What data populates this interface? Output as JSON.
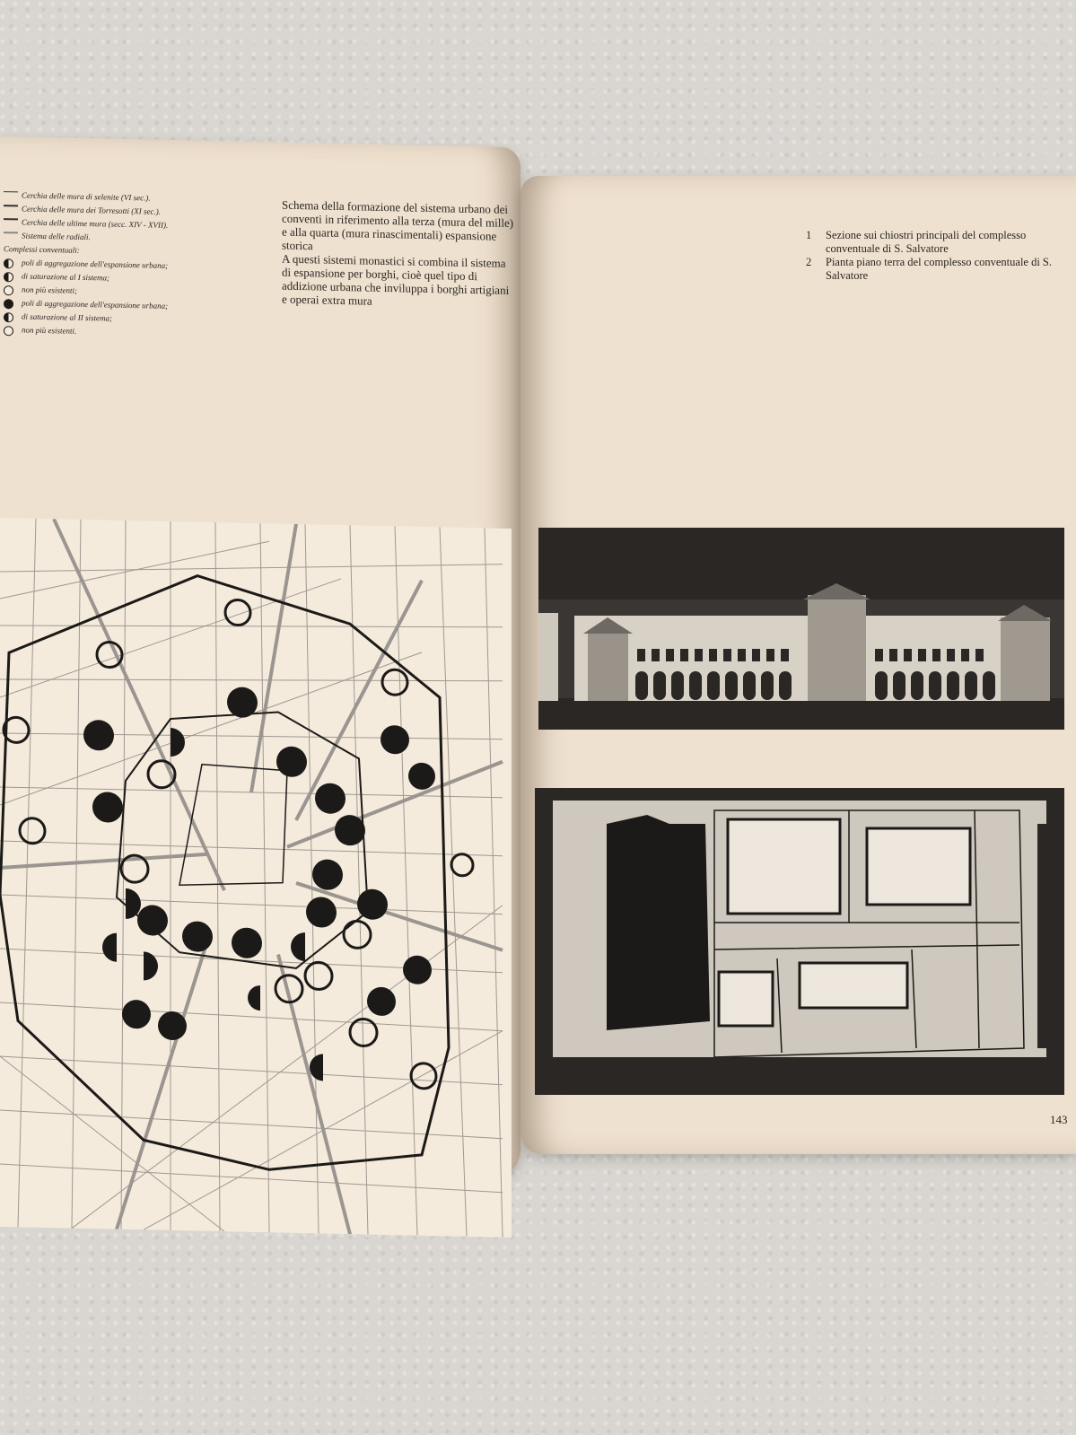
{
  "left_page": {
    "legend": {
      "walls": [
        {
          "label": "Cerchia delle mura di selenite (VI sec.)."
        },
        {
          "label": "Cerchia delle mura dei Torresotti (XI sec.)."
        },
        {
          "label": "Cerchia delle ultime mura (secc. XIV - XVII)."
        },
        {
          "label": "Sistema delle radiali."
        }
      ],
      "complexes_heading": "Complessi conventuali:",
      "system_1": [
        {
          "label": "poli di aggregazione dell'espansione urbana;"
        },
        {
          "label": "di saturazione al I sistema;"
        },
        {
          "label": "non più esistenti;"
        }
      ],
      "system_2": [
        {
          "label": "poli di aggregazione dell'espansione urbana;"
        },
        {
          "label": "di saturazione al II sistema;"
        },
        {
          "label": "non più esistenti."
        }
      ]
    },
    "caption": [
      "Schema della formazione del sistema urbano dei conventi in riferimento alla terza (mura del mille) e alla quarta (mura rinascimentali) espansione storica",
      "A questi sistemi monastici si combina il sistema di espansione per borghi, cioè quel tipo di addizione urbana che inviluppa i borghi artigiani e operai extra mura"
    ]
  },
  "right_page": {
    "captions": [
      {
        "num": "1",
        "text": "Sezione sui chiostri principali del complesso conventuale di S. Salvatore"
      },
      {
        "num": "2",
        "text": "Pianta piano terra del complesso conventuale di S. Salvatore"
      }
    ],
    "page_number": "143"
  },
  "colors": {
    "paper": "#efe1cf",
    "ink": "#1c1a18",
    "background": "#d9d6d1"
  }
}
